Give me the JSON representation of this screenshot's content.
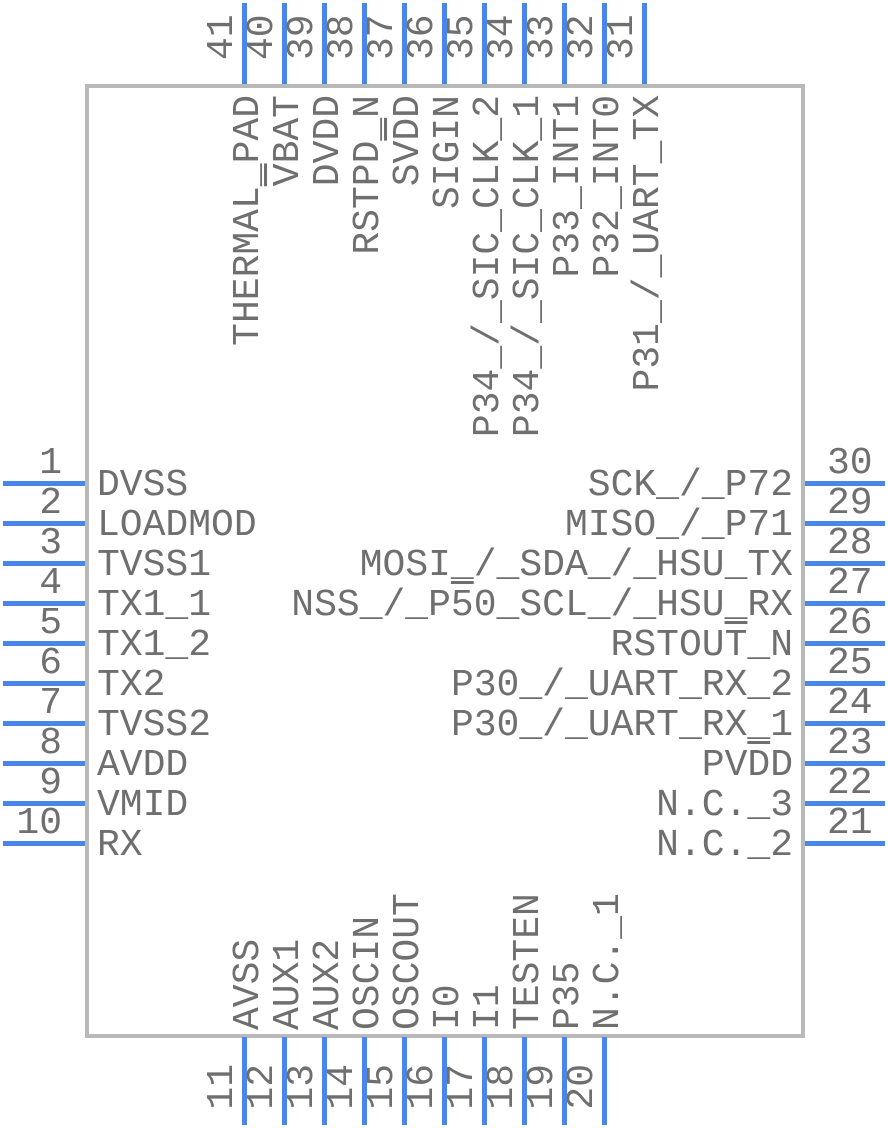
{
  "diagram": {
    "kind": "ic-pinout-diagram",
    "colors": {
      "pin_accent": "#4a86e8",
      "label_text": "#6f6f6f",
      "body_border": "#b9b9b9",
      "background": "#ffffff"
    }
  },
  "pins": {
    "top": [
      {
        "num": "41",
        "name": "THERMAL_PAD"
      },
      {
        "num": "40",
        "name": "V̅BAT"
      },
      {
        "num": "39",
        "name": "DVDD"
      },
      {
        "num": "38",
        "name": "RSTPD_N"
      },
      {
        "num": "37",
        "name": "SVD̅D"
      },
      {
        "num": "36",
        "name": "SIGIN"
      },
      {
        "num": "35",
        "name": "P34_/_SIC_CLK_2"
      },
      {
        "num": "34",
        "name": "P34_/_SIC_CLK_1"
      },
      {
        "num": "33",
        "name": "P33_INT1"
      },
      {
        "num": "32",
        "name": "P32_INT0"
      },
      {
        "num": "31",
        "name": "P31_/_UART_TX"
      }
    ],
    "left": [
      {
        "num": "1",
        "name": "DVSS"
      },
      {
        "num": "2",
        "name": "LOADMOD"
      },
      {
        "num": "3",
        "name": "TVSS1"
      },
      {
        "num": "4",
        "name": "TX1_1"
      },
      {
        "num": "5",
        "name": "TX1_2"
      },
      {
        "num": "6",
        "name": "TX2"
      },
      {
        "num": "7",
        "name": "TVSS2"
      },
      {
        "num": "8",
        "name": "AVDD"
      },
      {
        "num": "9",
        "name": "VMID"
      },
      {
        "num": "10",
        "name": "RX"
      }
    ],
    "right": [
      {
        "num": "30",
        "name": "SCK_/_P72"
      },
      {
        "num": "29",
        "name": "MISO_/_P71"
      },
      {
        "num": "28",
        "name": "MOSI_/_SDA_/_HSU_TX"
      },
      {
        "num": "27",
        "name": "NSS_/_P5̅0_SCL_/_HSU_RX"
      },
      {
        "num": "26",
        "name": "RSTOUT̅_N"
      },
      {
        "num": "25",
        "name": "P30_/_UART_RX_2"
      },
      {
        "num": "24",
        "name": "P30_/_UART_RX_1"
      },
      {
        "num": "23",
        "name": "PVD̅D"
      },
      {
        "num": "22",
        "name": "N.C._3"
      },
      {
        "num": "21",
        "name": "N.C._2"
      }
    ],
    "bottom": [
      {
        "num": "11",
        "name": "AVSS"
      },
      {
        "num": "12",
        "name": "AUX1"
      },
      {
        "num": "13",
        "name": "AUX2"
      },
      {
        "num": "14",
        "name": "OSCIN"
      },
      {
        "num": "15",
        "name": "OSCOUT"
      },
      {
        "num": "16",
        "name": "I0"
      },
      {
        "num": "17",
        "name": "I1"
      },
      {
        "num": "18",
        "name": "TESTEN"
      },
      {
        "num": "19",
        "name": "P35"
      },
      {
        "num": "20",
        "name": "N.C._1"
      }
    ]
  }
}
